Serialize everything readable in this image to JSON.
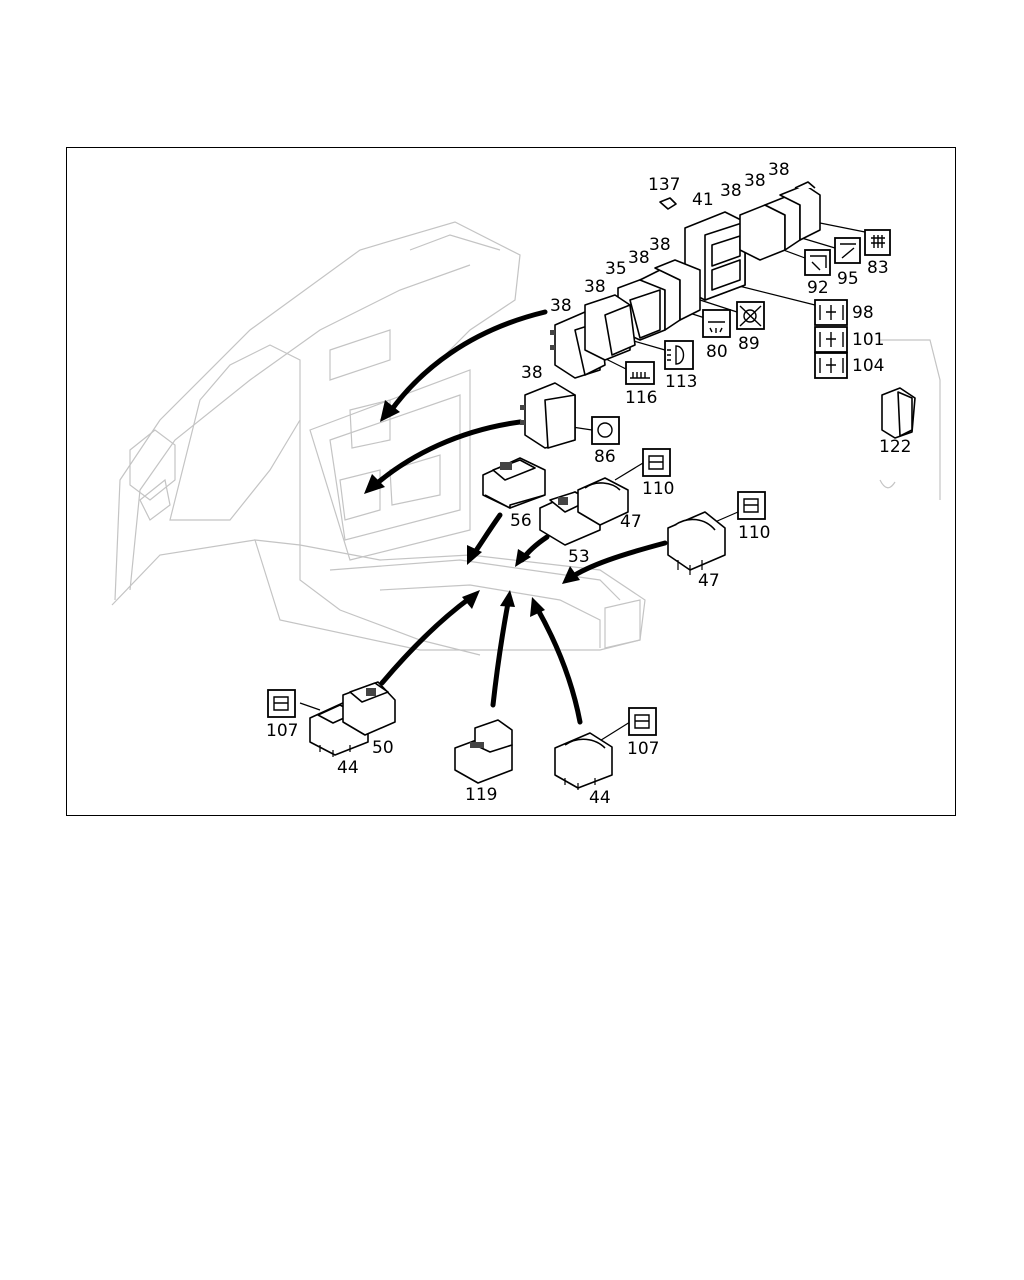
{
  "diagram": {
    "callouts": {
      "c137": "137",
      "c41": "41",
      "c38a": "38",
      "c38b": "38",
      "c38c": "38",
      "c38d": "38",
      "c38e": "38",
      "c38f": "38",
      "c38g": "38",
      "c38h": "38",
      "c35": "35",
      "c83": "83",
      "c92": "92",
      "c95": "95",
      "c98": "98",
      "c101": "101",
      "c104": "104",
      "c80": "80",
      "c89": "89",
      "c113": "113",
      "c116": "116",
      "c86": "86",
      "c122": "122",
      "c56": "56",
      "c53": "53",
      "c47a": "47",
      "c110a": "110",
      "c110b": "110",
      "c47b": "47",
      "c107a": "107",
      "c50": "50",
      "c44a": "44",
      "c119": "119",
      "c107b": "107",
      "c44b": "44"
    },
    "symbol_icons": [
      "rear-defrost-symbol",
      "wiper-symbol",
      "tailgate-symbol",
      "diff-lock-symbol",
      "abs-off-symbol",
      "interior-light-symbol",
      "fog-light-symbol",
      "seat-heater-symbol",
      "recirculation-symbol",
      "window-symbol",
      "window-symbol-rear"
    ]
  }
}
